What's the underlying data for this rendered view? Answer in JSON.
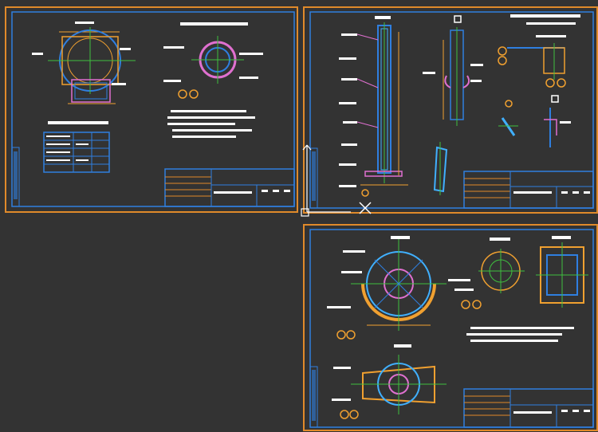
{
  "colors": {
    "background": "#333333",
    "sheet_frame": "#e08a2a",
    "inner_frame": "#2f7fe0",
    "annotation": "#ffffff",
    "dimension": "#f0a030",
    "center_line": "#3fbf3f",
    "magenta": "#e070d0",
    "cyan": "#40b0ff"
  },
  "sheets": [
    {
      "id": "sheet-1",
      "name": "drawing-sheet-1"
    },
    {
      "id": "sheet-2",
      "name": "drawing-sheet-2"
    },
    {
      "id": "sheet-3",
      "name": "drawing-sheet-3"
    }
  ],
  "cursor": {
    "icon": "crosshair-cursor-icon",
    "ucs_icon": "ucs-axis-icon"
  }
}
